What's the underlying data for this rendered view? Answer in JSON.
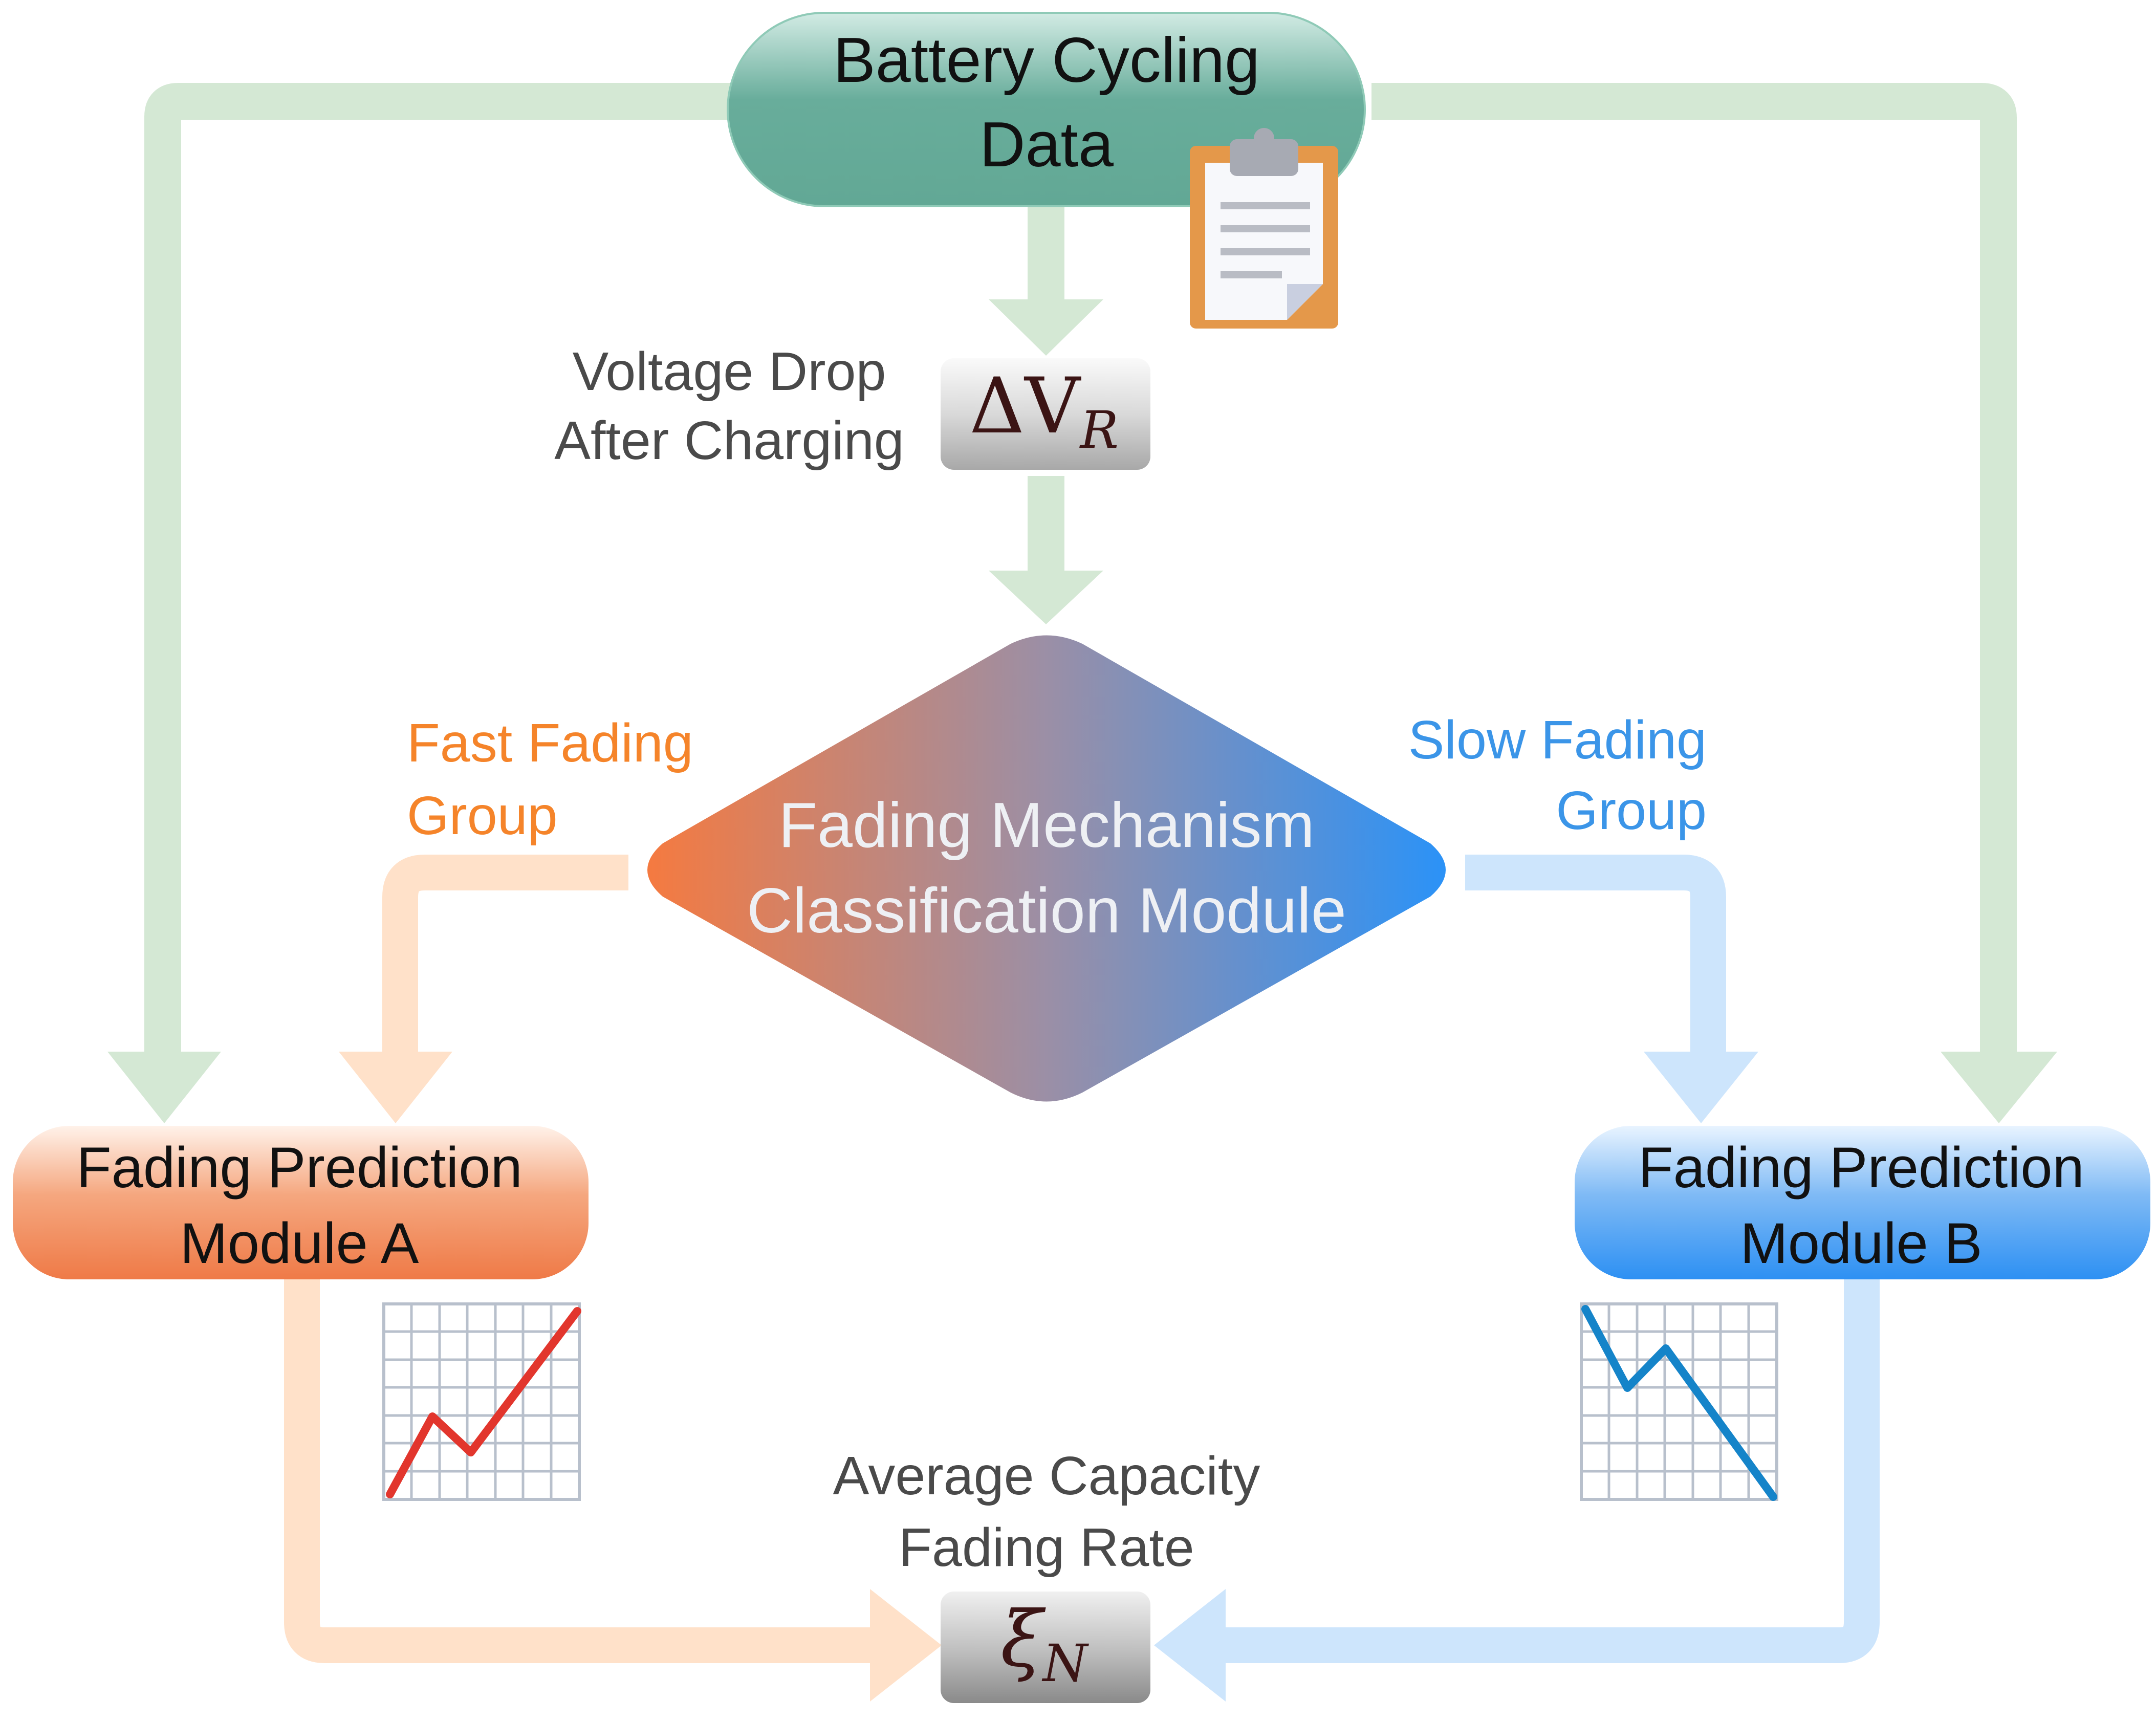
{
  "title_node": {
    "line1": "Battery Cycling",
    "line2": "Data"
  },
  "voltage_label": {
    "line1": "Voltage Drop",
    "line2": "After Charging"
  },
  "voltage_symbol": {
    "main": "ΔV",
    "sub": "R"
  },
  "classifier": {
    "line1": "Fading Mechanism",
    "line2": "Classification Module"
  },
  "fast_group": {
    "line1": "Fast Fading",
    "line2": "Group"
  },
  "slow_group": {
    "line1": "Slow Fading",
    "line2": "Group"
  },
  "module_a": {
    "line1": "Fading Prediction",
    "line2": "Module A"
  },
  "module_b": {
    "line1": "Fading Prediction",
    "line2": "Module B"
  },
  "output_label": {
    "line1": "Average Capacity",
    "line2": "Fading Rate"
  },
  "output_symbol": {
    "main": "ξ",
    "sub": "N"
  },
  "icons": [
    "clipboard-icon",
    "rising-chart-icon",
    "falling-chart-icon"
  ],
  "colors": {
    "green_arrow": "#d4e8d4",
    "orange_arrow": "#ffe1c9",
    "blue_arrow": "#cde5fc",
    "top_node": "#68ad9b",
    "orange": "#f07a43",
    "blue": "#2b92f2",
    "fast_text": "#f5842a",
    "slow_text": "#3b95e8"
  }
}
